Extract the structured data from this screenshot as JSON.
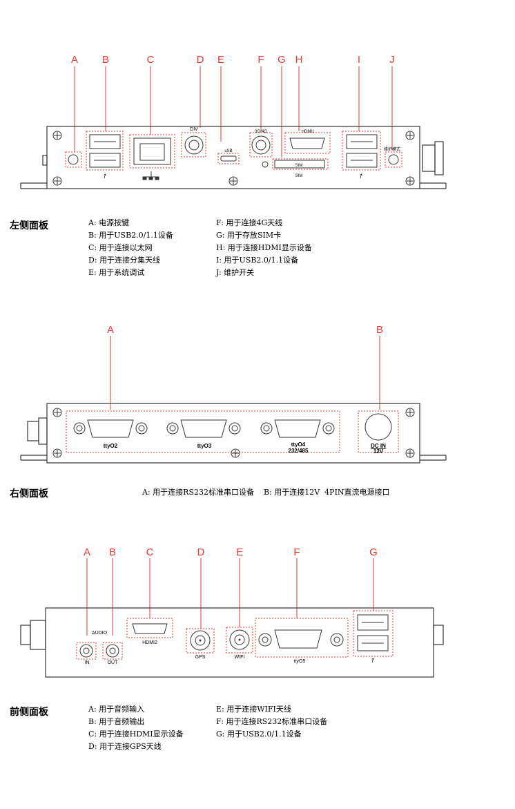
{
  "left_panel": {
    "title": "左侧面板",
    "markers": [
      "A",
      "B",
      "C",
      "D",
      "E",
      "F",
      "G",
      "H",
      "I",
      "J"
    ],
    "device_labels": {
      "div": "DIV",
      "usb_micro": "uSB",
      "g34": "3G/4G",
      "hdmi": "HDMI1",
      "sim": "SIM",
      "sim_text": "SIM",
      "maint": "维护模式"
    },
    "legend_col1": [
      "A: 电源按键",
      "B: 用于USB2.0/1.1设备",
      "C: 用于连接以太网",
      "D: 用于连接分集天线",
      "E: 用于系统调试"
    ],
    "legend_col2": [
      "F: 用于连接4G天线",
      "G: 用于存放SIM卡",
      "H: 用于连接HDMI显示设备",
      "I: 用于USB2.0/1.1设备",
      "J: 维护开关"
    ]
  },
  "right_panel": {
    "title": "右侧面板",
    "markers": [
      "A",
      "B"
    ],
    "device_labels": {
      "tty2": "ttyO2",
      "tty3": "ttyO3",
      "tty4": "ttyO4",
      "tty4b": "232/485",
      "dcin": "DC IN",
      "v12": "12V"
    },
    "legend": "A: 用于连接RS232标准串口设备    B: 用于连接12V  4PIN直流电源接口"
  },
  "front_panel": {
    "title": "前侧面板",
    "markers": [
      "A",
      "B",
      "C",
      "D",
      "E",
      "F",
      "G"
    ],
    "device_labels": {
      "audio": "AUDIO",
      "in": "IN",
      "out": "OUT",
      "hdmi": "HDMI2",
      "gps": "GPS",
      "wifi": "WIFI",
      "tty5": "ttyO5"
    },
    "legend_col1": [
      "A: 用于音频输入",
      "B: 用于音频输出",
      "C: 用于连接HDMI显示设备",
      "D: 用于连接GPS天线"
    ],
    "legend_col2": [
      "E: 用于连接WIFI天线",
      "F: 用于连接RS232标准串口设备",
      "G: 用于USB2.0/1.1设备"
    ]
  },
  "colors": {
    "marker": "#e53935",
    "line": "#333333",
    "dash": "#e53935"
  }
}
